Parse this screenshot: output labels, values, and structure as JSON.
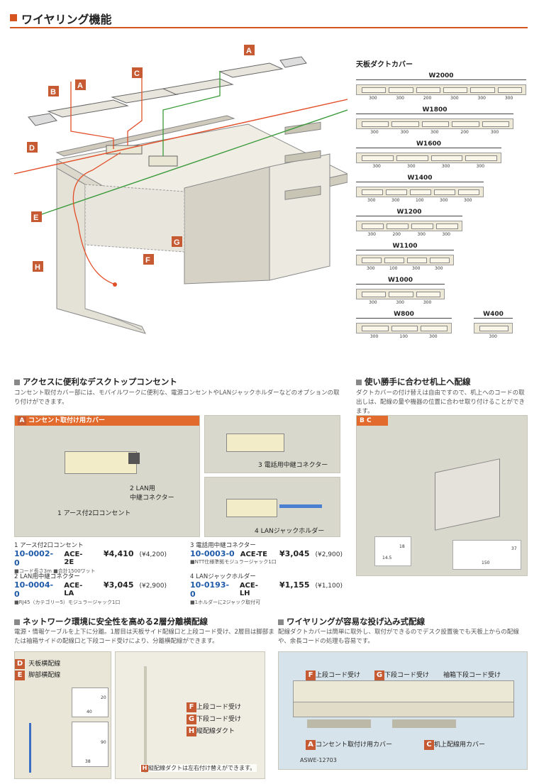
{
  "header": {
    "title": "ワイヤリング機能"
  },
  "diagram": {
    "labels": [
      "A",
      "A",
      "B",
      "C",
      "D",
      "E",
      "F",
      "G",
      "H"
    ]
  },
  "duct_cover": {
    "title": "天板ダクトカバー",
    "widths": [
      {
        "label": "W2000",
        "dims": "300 300 200 300 300 300"
      },
      {
        "label": "W1800",
        "dims": "300 300 300 200 300"
      },
      {
        "label": "W1600",
        "dims": "300 300 300 300"
      },
      {
        "label": "W1400",
        "dims": "300 300 100 300 300"
      },
      {
        "label": "W1200",
        "dims": "300 200 300 300"
      },
      {
        "label": "W1100",
        "dims": "300 100 300 300"
      },
      {
        "label": "W1000",
        "dims": "300 300 300"
      },
      {
        "label": "W800",
        "dims": "300 100 300"
      },
      {
        "label": "W400",
        "dims": "300"
      }
    ]
  },
  "section1": {
    "heading": "アクセスに便利なデスクトップコンセント",
    "desc": "コンセント取付カバー部には、モバイルワークに便利な、電源コンセントやLANジャックホルダーなどのオプションの取り付けができます。",
    "photo_tag": "コンセント取付け用カバー",
    "photo_tag_badge": "A",
    "callouts": {
      "outlet": "アース付2口コンセント",
      "outlet_num": "1",
      "lan": "LAN用\n中継コネクター",
      "lan_num": "2",
      "tel": "電話用中継コネクター",
      "tel_num": "3",
      "jack": "LANジャックホルダー",
      "jack_num": "4"
    },
    "products": [
      {
        "num": "1",
        "name": "アース付2口コンセント",
        "code": "10-0002-0",
        "model": "ACE-2E",
        "price": "¥4,410",
        "tax": "(¥4,200)",
        "note": "■コード長さ3m ■合計1500ワット"
      },
      {
        "num": "2",
        "name": "LAN用中継コネクター",
        "code": "10-0004-0",
        "model": "ACE-LA",
        "price": "¥3,045",
        "tax": "(¥2,900)",
        "note": "■RJ45（カテゴリー5）モジュラージャック1口"
      },
      {
        "num": "3",
        "name": "電話用中継コネクター",
        "code": "10-0003-0",
        "model": "ACE-TE",
        "price": "¥3,045",
        "tax": "(¥2,900)",
        "note": "■NTT仕様準拠モジュラージャック1口"
      },
      {
        "num": "4",
        "name": "LANジャックホルダー",
        "code": "10-0193-0",
        "model": "ACE-LH",
        "price": "¥1,155",
        "tax": "(¥1,100)",
        "note": "■1ホルダーに2ジャック取付可"
      }
    ]
  },
  "section2": {
    "heading": "使い勝手に合わせ机上へ配線",
    "desc": "ダクトカバーの付け替えは自由ですので、机上へのコードの取出しは、配線の量や機器の位置に合わせ取り付けることができます。",
    "tag": "B C",
    "dims": {
      "a_w": "14.5",
      "a_h": "18",
      "b_w": "150",
      "b_h": "37"
    }
  },
  "section3": {
    "heading": "ネットワーク環境に安全性を高める2層分離横配線",
    "desc": "電源・情報ケーブルを上下に分離。1層目は天板サイド配線口と上段コード受け、2層目は脚部または袖箱サイドの配線口と下段コード受けにより、分離横配線ができます。",
    "labels": [
      {
        "tag": "D",
        "text": "天板横配線"
      },
      {
        "tag": "E",
        "text": "脚部横配線"
      }
    ],
    "dims": {
      "d_w": "40",
      "d_h": "20",
      "e_w": "38",
      "e_h": "90"
    },
    "right_labels": [
      {
        "tag": "F",
        "text": "上段コード受け"
      },
      {
        "tag": "G",
        "text": "下段コード受け"
      },
      {
        "tag": "H",
        "text": "縦配線ダクト"
      }
    ],
    "note": "縦配線ダクトは左右付け替えができます。",
    "note_tag": "H"
  },
  "section4": {
    "heading": "ワイヤリングが容易な投げ込み式配線",
    "desc": "配線ダクトカバーは簡単に取外し、取付ができるのでデスク設置後でも天板上からの配線や、余長コードの処理も容易です。",
    "labels_top": [
      {
        "tag": "F",
        "text": "上段コード受け"
      },
      {
        "tag": "G",
        "text": "下段コード受け"
      },
      {
        "tag": "",
        "text": "袖箱下段コード受け"
      }
    ],
    "labels_bottom": [
      {
        "tag": "A",
        "text": "コンセント取付け用カバー"
      },
      {
        "tag": "C",
        "text": "机上配線用カバー"
      }
    ],
    "code": "ASWE-12703"
  }
}
